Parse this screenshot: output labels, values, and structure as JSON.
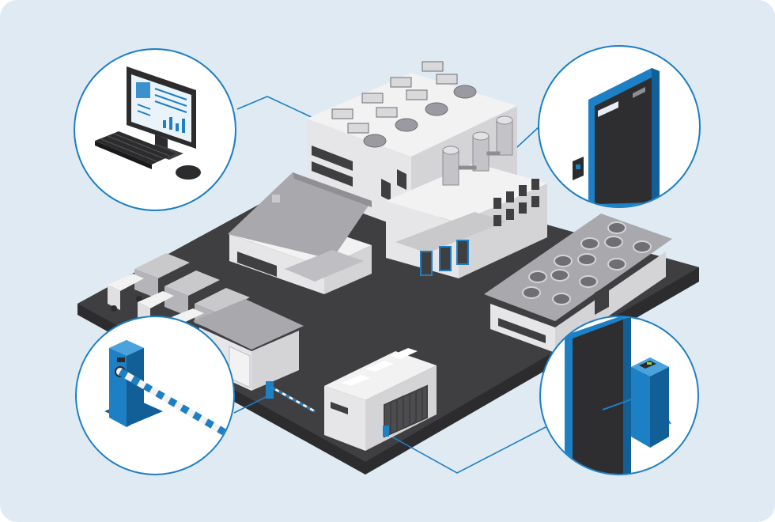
{
  "scene": {
    "colors": {
      "background": "#e0eaf3",
      "ground": "#3f3f42",
      "ground_side": "#2c2c2e",
      "building_top": "#f2f2f3",
      "building_left": "#e6e6e8",
      "building_right": "#d4d4d7",
      "roof_gray": "#a9a9ad",
      "accent_blue": "#1d7fc4",
      "accent_dark_blue": "#125f97",
      "callout_stroke": "#1d7fc4",
      "circle_fill": "#ffffff"
    },
    "callouts": [
      {
        "id": "workstation",
        "icon": "monitor-keyboard-mouse-icon"
      },
      {
        "id": "door-access",
        "icon": "door-card-reader-icon"
      },
      {
        "id": "parking-barrier",
        "icon": "barrier-gate-icon"
      },
      {
        "id": "turnstile",
        "icon": "tripod-turnstile-icon"
      }
    ]
  }
}
